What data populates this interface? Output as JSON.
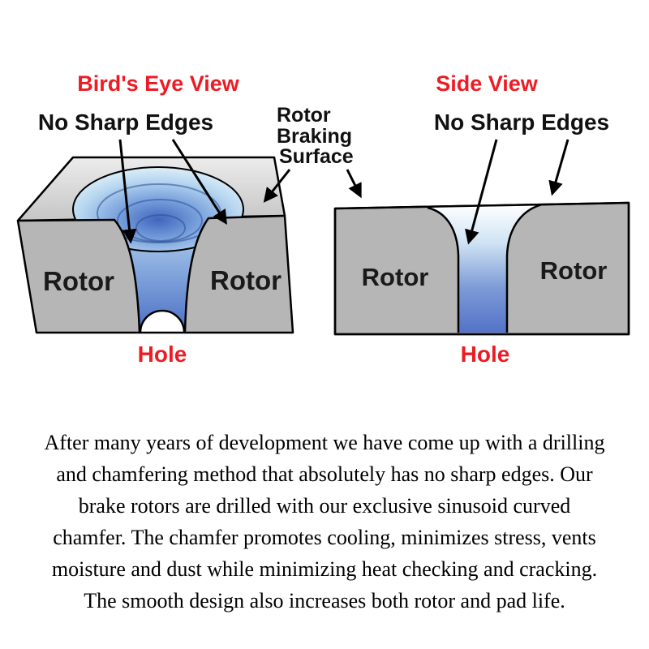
{
  "diagram": {
    "birds_eye": {
      "title": "Bird's Eye View",
      "no_sharp_edges": "No Sharp Edges",
      "rotor_left": "Rotor",
      "rotor_right": "Rotor",
      "hole": "Hole"
    },
    "side": {
      "title": "Side View",
      "no_sharp_edges": "No Sharp Edges",
      "rotor_left": "Rotor",
      "rotor_right": "Rotor",
      "hole": "Hole"
    },
    "braking_surface_label": {
      "line1": "Rotor",
      "line2": "Braking",
      "line3": "Surface"
    },
    "colors": {
      "label_red": "#ed1c24",
      "rotor_gray": "#b6b6b6",
      "top_face_gray": "#d8d8d8",
      "chamfer_blue_dark": "#4a6ec4",
      "chamfer_blue_light": "#d6ebfa"
    }
  },
  "paragraph": {
    "lines": [
      "After many years of development we have come up with a drilling",
      "and chamfering method that absolutely has no sharp edges.  Our",
      "brake rotors are drilled with our exclusive sinusoid curved",
      "chamfer. The chamfer promotes cooling, minimizes stress, vents",
      "moisture and dust while minimizing heat checking and cracking.",
      "The smooth design also increases both rotor and pad life."
    ]
  }
}
